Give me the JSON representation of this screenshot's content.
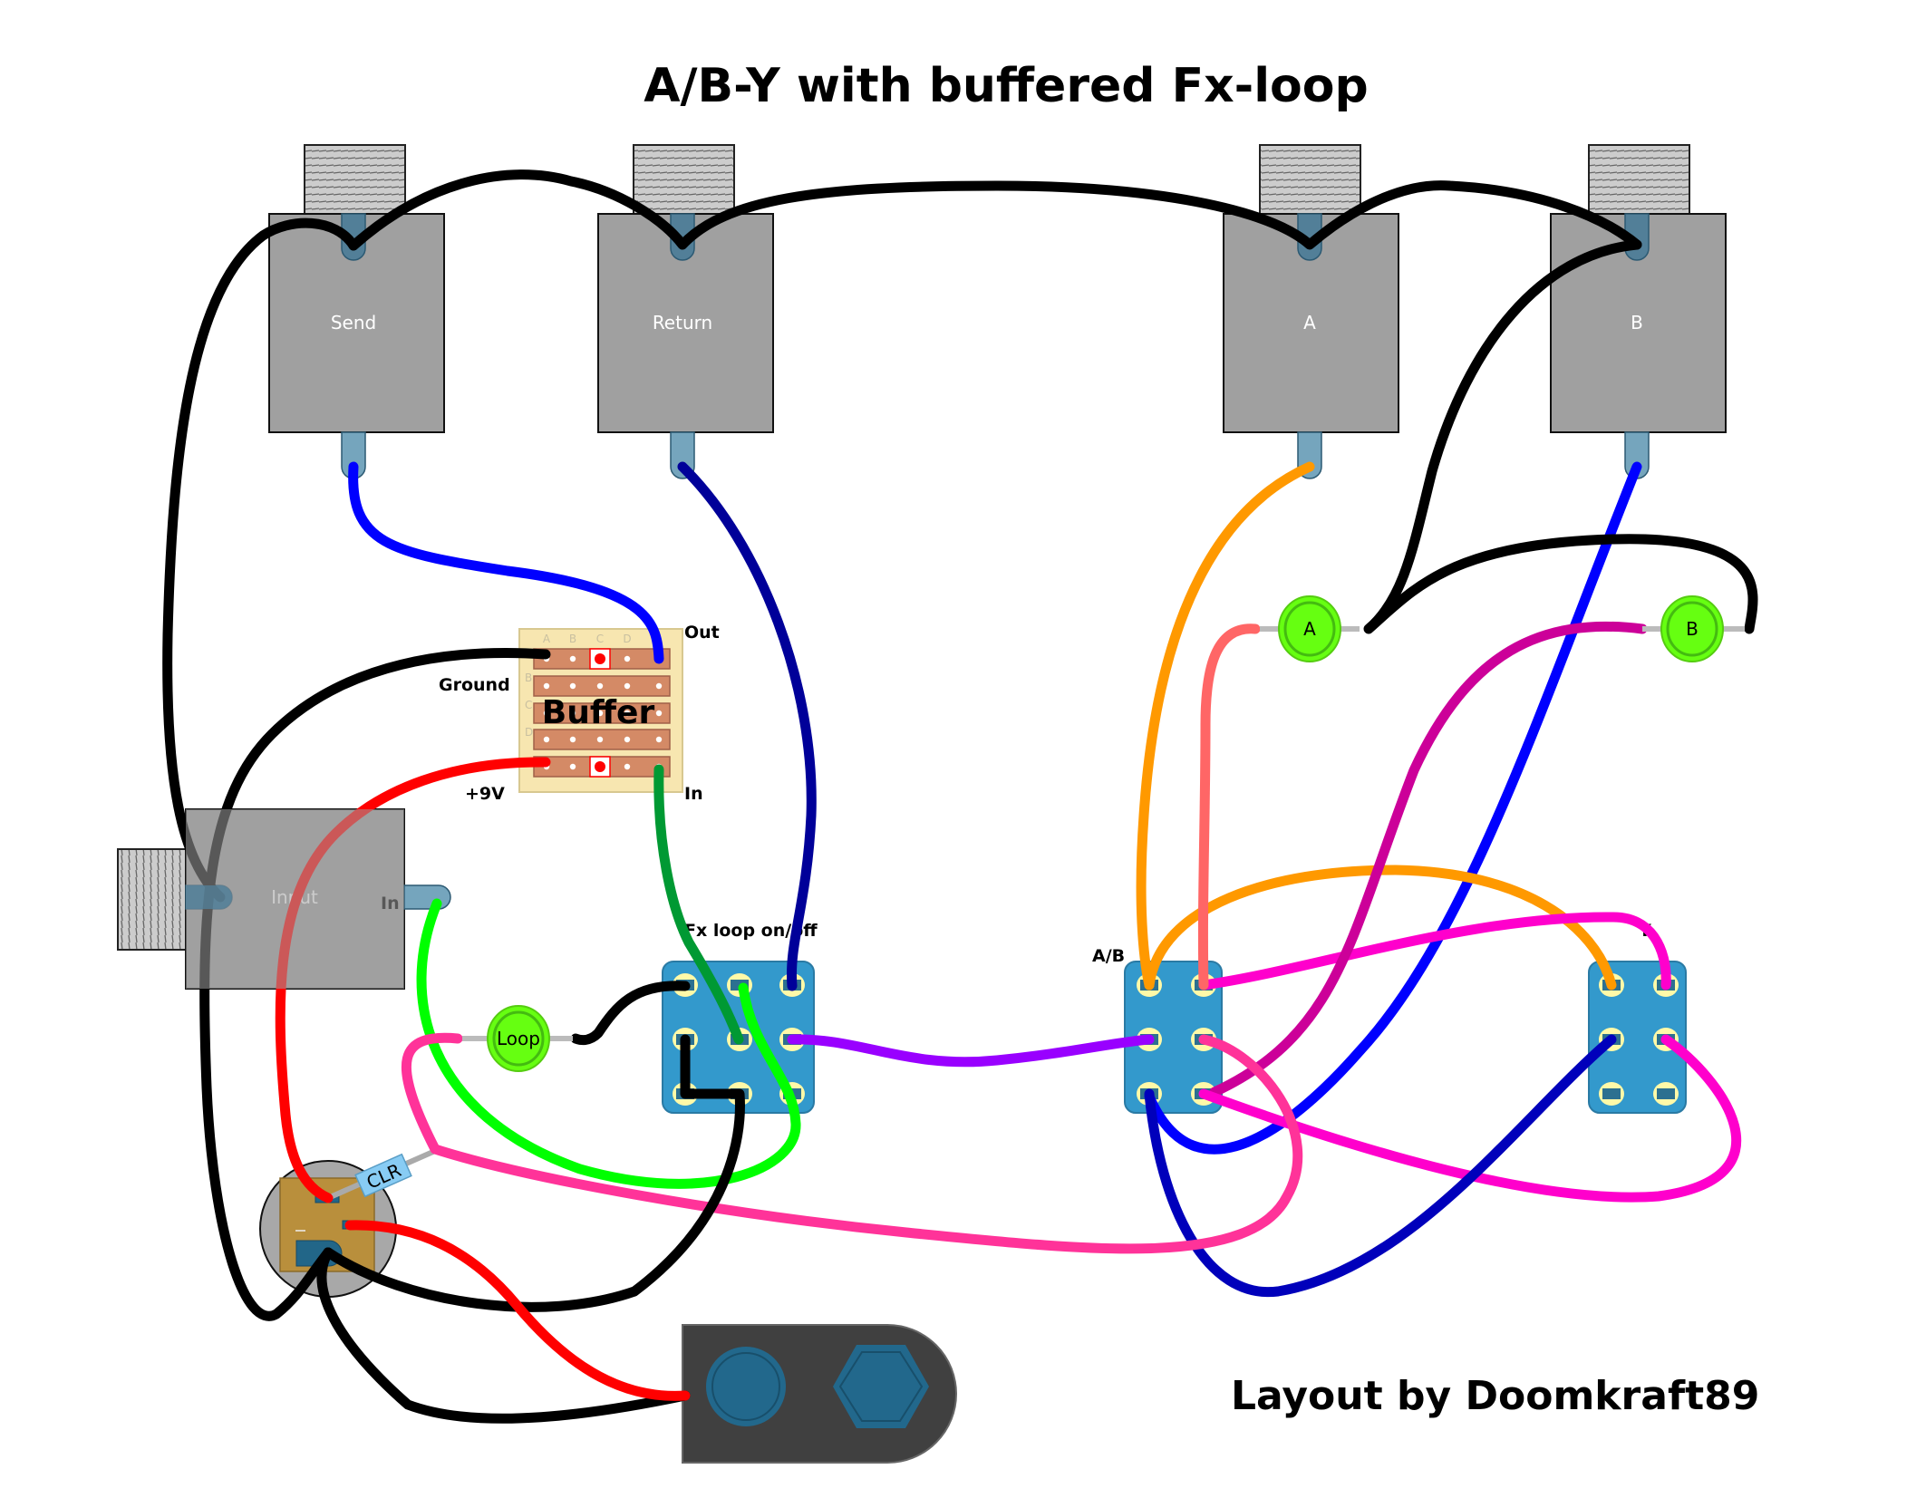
{
  "title": "A/B-Y with buffered Fx-loop",
  "credit": "Layout by Doomkraft89",
  "jacks": [
    {
      "id": "send",
      "label": "Send"
    },
    {
      "id": "return",
      "label": "Return"
    },
    {
      "id": "a",
      "label": "A"
    },
    {
      "id": "b",
      "label": "B"
    },
    {
      "id": "input",
      "label": "Input",
      "tip_label": "In"
    }
  ],
  "buffer": {
    "label": "Buffer",
    "pin_labels": {
      "out": "Out",
      "ground": "Ground",
      "power": "+9V",
      "in": "In"
    },
    "columns": [
      "A",
      "B",
      "C",
      "D"
    ],
    "rows": [
      "A",
      "B",
      "C",
      "D",
      "E"
    ]
  },
  "switches": {
    "fx": {
      "label": "Fx loop on/off"
    },
    "ab": {
      "label": "A/B"
    },
    "y": {
      "label": "Y"
    }
  },
  "leds": [
    {
      "id": "a",
      "label": "A"
    },
    {
      "id": "b",
      "label": "B"
    },
    {
      "id": "loop",
      "label": "Loop"
    }
  ],
  "dc_jack": {
    "resistor_label": "CLR"
  },
  "colors": {
    "jack_body": "#a0a0a0",
    "lug": "#5b8fa8",
    "switch": "#3399cc",
    "led": "#66ff11",
    "stripboard": "#f7e6b0",
    "strip": "#d48a66",
    "footswitch_body": "#404040",
    "wire_black": "#000000",
    "wire_blue": "#0000ff",
    "wire_navy": "#000099",
    "wire_orange": "#ff9900",
    "wire_red": "#ff0000",
    "wire_green": "#00ff00",
    "wire_darkgreen": "#009933",
    "wire_purple": "#9900ff",
    "wire_magenta": "#ff00cc",
    "wire_pink": "#ff3399",
    "wire_violet": "#cc0099",
    "wire_salmon": "#ff6666"
  }
}
